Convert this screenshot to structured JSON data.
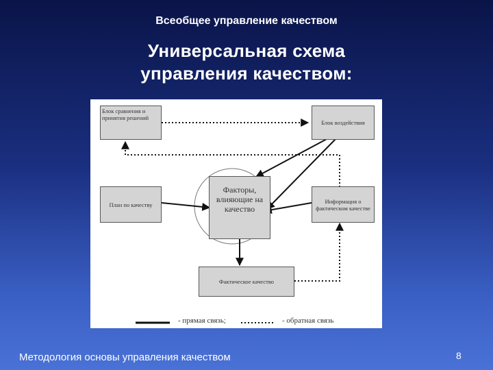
{
  "slide": {
    "header": "Всеобщее управление качеством",
    "title_line1": "Универсальная схема",
    "title_line2": "управления качеством:",
    "footer": "Методология основы управления качеством",
    "page_number": "8"
  },
  "diagram": {
    "compare_block": "Блок сравнения и принятия решений",
    "influence_block": "Блок воздействия",
    "plan_block": "План по качеству",
    "factors_block": "Факторы, влияющие на качество",
    "info_block": "Информация о фактическом качестве",
    "actual_block": "Фактическое качество",
    "legend_direct": "- прямая связь;",
    "legend_feedback": "- обратная связь"
  }
}
